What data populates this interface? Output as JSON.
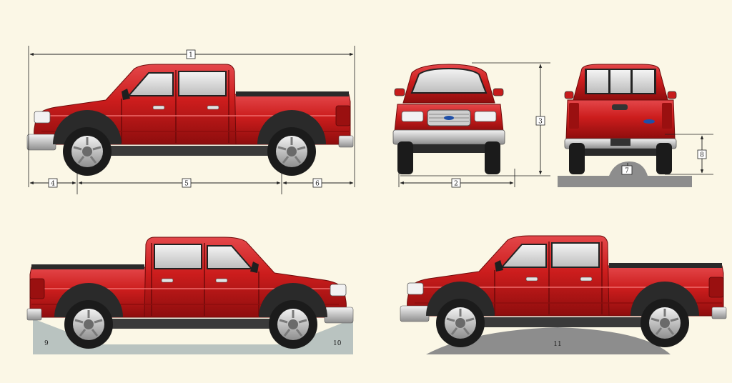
{
  "colors": {
    "paper": "#fbf7e6",
    "frame": "#ffffff",
    "truck_body": "#cc1d1d",
    "truck_dark": "#8e0d0d",
    "truck_highlight": "#e4474a",
    "tire": "#1b1b1b",
    "rim": "#c9c9c9",
    "chrome": "#d9d9d9",
    "glass": "#e8e8e8",
    "ground": "#b9c3c0",
    "ground_dark": "#7f7f7f",
    "line": "#222222"
  },
  "dimensions": {
    "overall_length": "1",
    "track_width": "2",
    "overall_height": "3",
    "front_overhang": "4",
    "wheelbase": "5",
    "rear_overhang": "6",
    "ground_clearance": "7",
    "load_height": "8",
    "approach_ramp": "9",
    "departure_ramp": "10",
    "ramp_breakover": "11"
  }
}
